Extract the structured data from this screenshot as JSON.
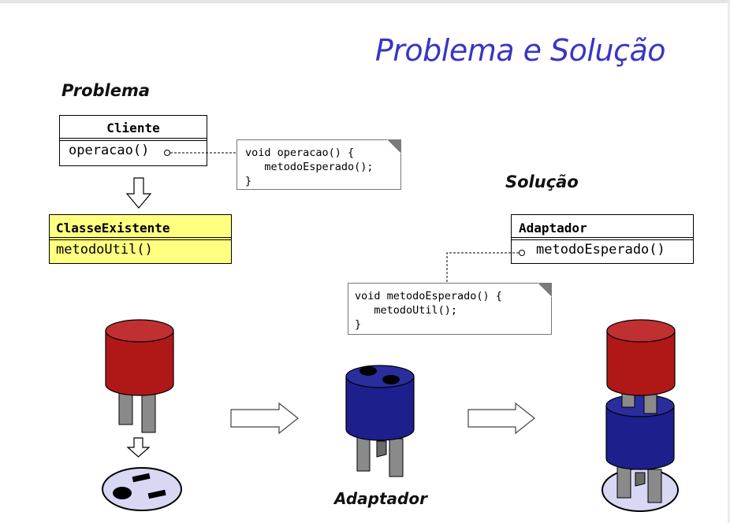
{
  "title": "Problema e Solução",
  "problem_label": "Problema",
  "solution_label": "Solução",
  "adapter_caption": "Adaptador",
  "client_class": {
    "name": "Cliente",
    "operation": "operacao()"
  },
  "existing_class": {
    "name": "ClasseExistente",
    "operation": "metodoUtil()"
  },
  "adapter_class": {
    "name": "Adaptador",
    "operation": "metodoEsperado()"
  },
  "client_note": {
    "lines": [
      "void operacao() {",
      "   metodoEsperado();",
      "}"
    ]
  },
  "adapter_note": {
    "lines": [
      "void metodoEsperado() {",
      "   metodoUtil();",
      "}"
    ]
  },
  "colors": {
    "title": "#3a35c2",
    "existing_fill": "#ffff80",
    "plug_red": "#b01818",
    "adapter_blue": "#1c1f8c",
    "socket_fill": "#d8d8f4"
  }
}
